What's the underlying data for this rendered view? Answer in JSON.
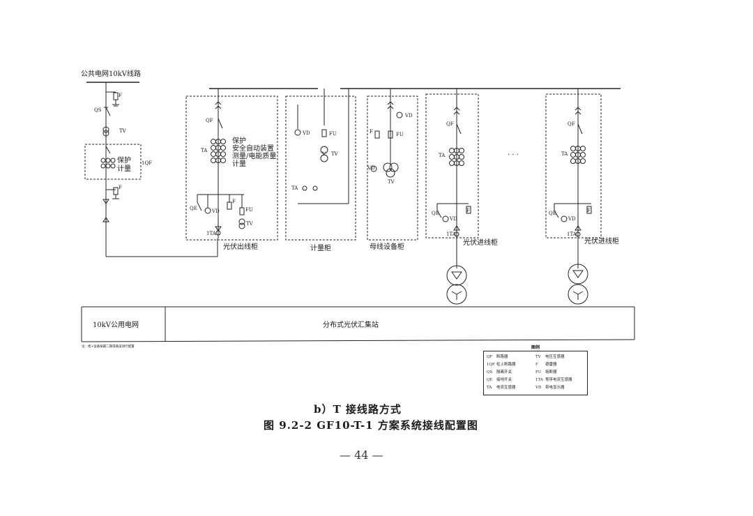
{
  "labels": {
    "grid_line": "公共电网10kV线路",
    "pv_out_cabinet": "光伏出线柜",
    "metering_cabinet": "计量柜",
    "busbar_cabinet": "母线设备柜",
    "pv_in_cabinet_1": "光伏进线柜",
    "pv_in_cabinet_2": "光伏进线柜",
    "ellipsis": "· · ·",
    "region_grid": "10kV公用电网",
    "region_station": "分布式光伏汇集站",
    "footnote": "注：柜+设备按最二期或备案进行配置"
  },
  "devices": {
    "F": "F",
    "QS": "QS",
    "TV": "TV",
    "1QF": "1QF",
    "QF": "QF",
    "TA": "TA",
    "QE": "QE",
    "VD": "VD",
    "FU": "FU",
    "1TA": "1TA",
    "V": "V"
  },
  "pole_box": {
    "line1": "保护",
    "line2": "计量"
  },
  "out_functions": [
    "保护",
    "安全自动装置",
    "测量/电能质量",
    "计量"
  ],
  "legend": {
    "title": "图例",
    "left": [
      {
        "code": "QF",
        "name": "断路器"
      },
      {
        "code": "1QF",
        "name": "柱上断路器"
      },
      {
        "code": "QS",
        "name": "隔离开关"
      },
      {
        "code": "QE",
        "name": "接地开关"
      },
      {
        "code": "TA",
        "name": "电流互感器"
      }
    ],
    "right": [
      {
        "code": "TV",
        "name": "电压互感器"
      },
      {
        "code": "F",
        "name": "避雷器"
      },
      {
        "code": "FU",
        "name": "熔断器"
      },
      {
        "code": "1TA",
        "name": "零序电流互感器"
      },
      {
        "code": "VD",
        "name": "带电显示器"
      }
    ]
  },
  "caption": {
    "sub": "b）T 接线路方式",
    "main": "图 9.2-2    GF10-T-1 方案系统接线配置图"
  },
  "page_number": "— 44 —"
}
